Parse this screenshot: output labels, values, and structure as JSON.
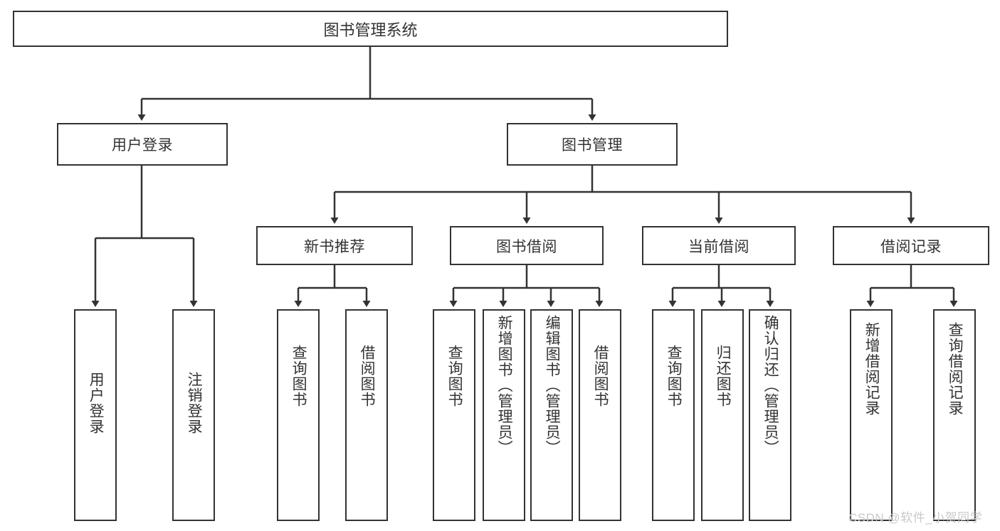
{
  "diagram": {
    "type": "tree",
    "title": "图书管理系统",
    "root": {
      "label": "图书管理系统"
    },
    "level2": [
      {
        "label": "用户登录"
      },
      {
        "label": "图书管理"
      }
    ],
    "level3": [
      {
        "label": "新书推荐"
      },
      {
        "label": "图书借阅"
      },
      {
        "label": "当前借阅"
      },
      {
        "label": "借阅记录"
      }
    ],
    "leaves": {
      "user_login": [
        {
          "label": "用户登录"
        },
        {
          "label": "注销登录"
        }
      ],
      "new_book_recommend": [
        {
          "label": "查询图书"
        },
        {
          "label": "借阅图书"
        }
      ],
      "book_borrow": [
        {
          "label": "查询图书"
        },
        {
          "label": "新增图书（管理员）"
        },
        {
          "label": "编辑图书（管理员）"
        },
        {
          "label": "借阅图书"
        }
      ],
      "current_borrow": [
        {
          "label": "查询图书"
        },
        {
          "label": "归还图书"
        },
        {
          "label": "确认归还（管理员）"
        }
      ],
      "borrow_record": [
        {
          "label": "新增借阅记录"
        },
        {
          "label": "查询借阅记录"
        }
      ]
    },
    "watermark": "CSDN @软件_小贺同学",
    "colors": {
      "stroke": "#333333",
      "text": "#333333",
      "background": "#ffffff",
      "watermark": "#c9c9c9"
    }
  }
}
